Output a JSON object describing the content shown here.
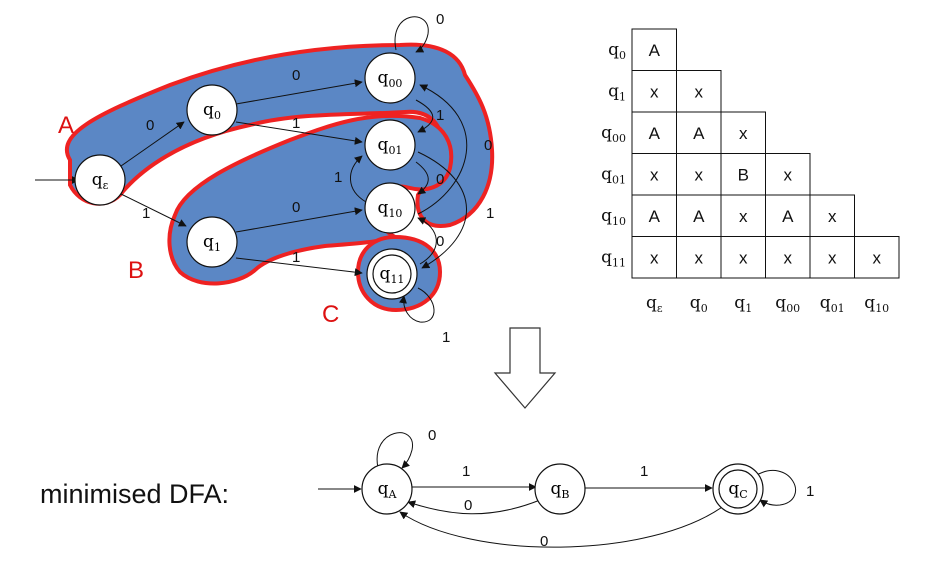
{
  "colors": {
    "region_fill": "#5b87c5",
    "region_stroke": "#ee2222",
    "region_label": "#dd1111",
    "ink": "#111111",
    "arrow_outline": "#333333"
  },
  "top_dfa": {
    "regions": [
      {
        "id": "A",
        "label": "A"
      },
      {
        "id": "B",
        "label": "B"
      },
      {
        "id": "C",
        "label": "C"
      }
    ],
    "states": [
      {
        "id": "qe",
        "base": "q",
        "sub": "ε",
        "accepting": false,
        "initial": true
      },
      {
        "id": "q0",
        "base": "q",
        "sub": "0",
        "accepting": false,
        "initial": false
      },
      {
        "id": "q1",
        "base": "q",
        "sub": "1",
        "accepting": false,
        "initial": false
      },
      {
        "id": "q00",
        "base": "q",
        "sub": "00",
        "accepting": false,
        "initial": false
      },
      {
        "id": "q01",
        "base": "q",
        "sub": "01",
        "accepting": false,
        "initial": false
      },
      {
        "id": "q10",
        "base": "q",
        "sub": "10",
        "accepting": false,
        "initial": false
      },
      {
        "id": "q11",
        "base": "q",
        "sub": "11",
        "accepting": true,
        "initial": false
      }
    ],
    "transitions": [
      {
        "from": "qe",
        "to": "q0",
        "label": "0"
      },
      {
        "from": "qe",
        "to": "q1",
        "label": "1"
      },
      {
        "from": "q0",
        "to": "q00",
        "label": "0"
      },
      {
        "from": "q0",
        "to": "q01",
        "label": "1"
      },
      {
        "from": "q1",
        "to": "q10",
        "label": "0"
      },
      {
        "from": "q1",
        "to": "q11",
        "label": "1"
      },
      {
        "from": "q00",
        "to": "q00",
        "label": "0"
      },
      {
        "from": "q00",
        "to": "q01",
        "label": "1"
      },
      {
        "from": "q01",
        "to": "q10",
        "label": "0"
      },
      {
        "from": "q01",
        "to": "q11",
        "label": "1"
      },
      {
        "from": "q10",
        "to": "q00",
        "label": "0"
      },
      {
        "from": "q10",
        "to": "q01",
        "label": "1"
      },
      {
        "from": "q11",
        "to": "q10",
        "label": "0"
      },
      {
        "from": "q11",
        "to": "q11",
        "label": "1"
      }
    ]
  },
  "table": {
    "row_headers": [
      {
        "base": "q",
        "sub": "0"
      },
      {
        "base": "q",
        "sub": "1"
      },
      {
        "base": "q",
        "sub": "00"
      },
      {
        "base": "q",
        "sub": "01"
      },
      {
        "base": "q",
        "sub": "10"
      },
      {
        "base": "q",
        "sub": "11"
      }
    ],
    "col_headers": [
      {
        "base": "q",
        "sub": "ε"
      },
      {
        "base": "q",
        "sub": "0"
      },
      {
        "base": "q",
        "sub": "1"
      },
      {
        "base": "q",
        "sub": "00"
      },
      {
        "base": "q",
        "sub": "01"
      },
      {
        "base": "q",
        "sub": "10"
      }
    ],
    "cells": [
      [
        "A"
      ],
      [
        "x",
        "x"
      ],
      [
        "A",
        "A",
        "x"
      ],
      [
        "x",
        "x",
        "B",
        "x"
      ],
      [
        "A",
        "A",
        "x",
        "A",
        "x"
      ],
      [
        "x",
        "x",
        "x",
        "x",
        "x",
        "x"
      ]
    ]
  },
  "bottom": {
    "caption": "minimised DFA:",
    "states": [
      {
        "id": "qA",
        "base": "q",
        "sub": "A",
        "accepting": false,
        "initial": true
      },
      {
        "id": "qB",
        "base": "q",
        "sub": "B",
        "accepting": false,
        "initial": false
      },
      {
        "id": "qC",
        "base": "q",
        "sub": "C",
        "accepting": true,
        "initial": false
      }
    ],
    "transitions": [
      {
        "from": "qA",
        "to": "qA",
        "label": "0"
      },
      {
        "from": "qA",
        "to": "qB",
        "label": "1"
      },
      {
        "from": "qB",
        "to": "qA",
        "label": "0"
      },
      {
        "from": "qB",
        "to": "qC",
        "label": "1"
      },
      {
        "from": "qC",
        "to": "qC",
        "label": "1"
      },
      {
        "from": "qC",
        "to": "qA",
        "label": "0"
      }
    ]
  }
}
